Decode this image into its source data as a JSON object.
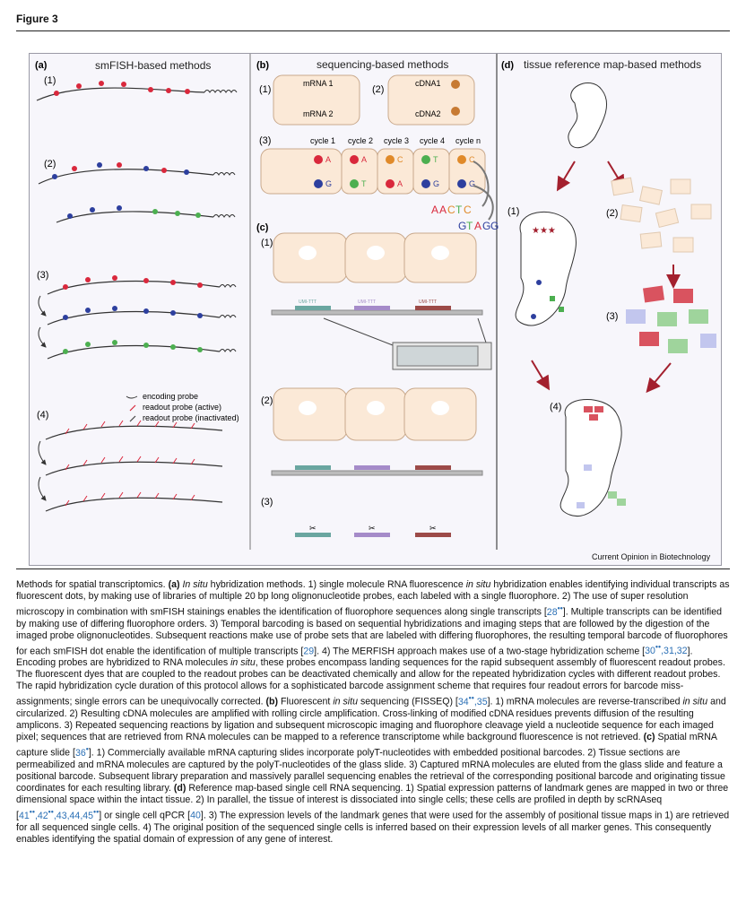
{
  "figure_label": "Figure 3",
  "panels": {
    "a": {
      "letter": "(a)",
      "title": "smFISH-based methods",
      "steps": [
        "(1)",
        "(2)",
        "(3)",
        "(4)"
      ],
      "legend": [
        "encoding probe",
        "readout probe (active)",
        "readout probe (inactivated)"
      ]
    },
    "b": {
      "letter": "(b)",
      "title": "sequencing-based methods",
      "steps": [
        "(1)",
        "(2)",
        "(3)"
      ],
      "mrna1": "mRNA 1",
      "mrna2": "mRNA 2",
      "cdna1": "cDNA1",
      "cdna2": "cDNA2",
      "cycles": [
        "cycle 1",
        "cycle 2",
        "cycle 3",
        "cycle 4",
        "cycle n"
      ],
      "bases_top": [
        "A",
        "A",
        "C",
        "T",
        "C"
      ],
      "bases_bottom": [
        "G",
        "T",
        "A",
        "G",
        "G"
      ],
      "seq1": [
        "A",
        "A",
        "C",
        "T",
        "C"
      ],
      "seq2": [
        "G",
        "T",
        "A",
        "G",
        "G"
      ]
    },
    "c": {
      "letter": "(c)",
      "steps": [
        "(1)",
        "(2)",
        "(3)"
      ],
      "probe_label": "UMI-TTT"
    },
    "d": {
      "letter": "(d)",
      "title": "tissue reference map-based methods",
      "steps": [
        "(1)",
        "(2)",
        "(3)",
        "(4)"
      ]
    }
  },
  "credit": "Current Opinion in Biotechnology",
  "colors": {
    "red": "#d9283c",
    "blue": "#2d3f9e",
    "green": "#4caf50",
    "orange": "#e08a2a",
    "arrow": "#a3202e",
    "cell": "#fbe9d7",
    "teal": "#6aa6a0",
    "violet": "#a58bc9",
    "brown": "#9c4a48"
  }
}
